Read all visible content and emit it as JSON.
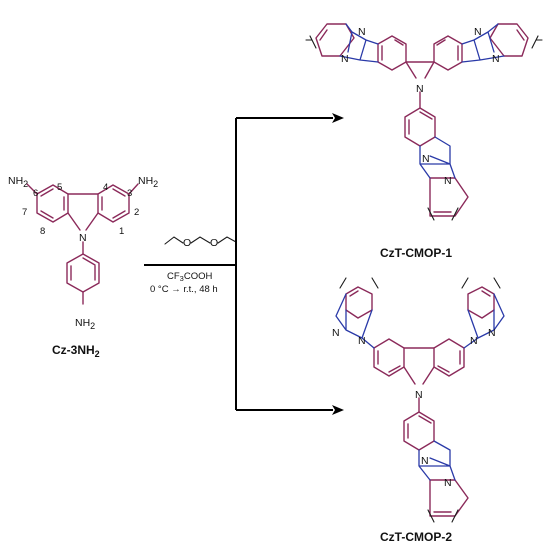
{
  "colors": {
    "ring": "#8b2a5a",
    "bridge": "#2a3aa8",
    "text": "#111111"
  },
  "reactant": {
    "label_main": "Cz-3NH",
    "label_sub": "2",
    "nh2": "NH",
    "nh2_sub": "2",
    "n": "N",
    "numbers": [
      "6",
      "5",
      "4",
      "3",
      "7",
      "2",
      "8",
      "1"
    ]
  },
  "conditions": {
    "reagent_atom": "O",
    "acid": "CF",
    "acid_sub": "3",
    "acid_rest": "COOH",
    "temp": "0 °C → r.t., 48 h"
  },
  "products": [
    {
      "label": "CzT-CMOP-1",
      "n": "N"
    },
    {
      "label": "CzT-CMOP-2",
      "n": "N"
    }
  ]
}
